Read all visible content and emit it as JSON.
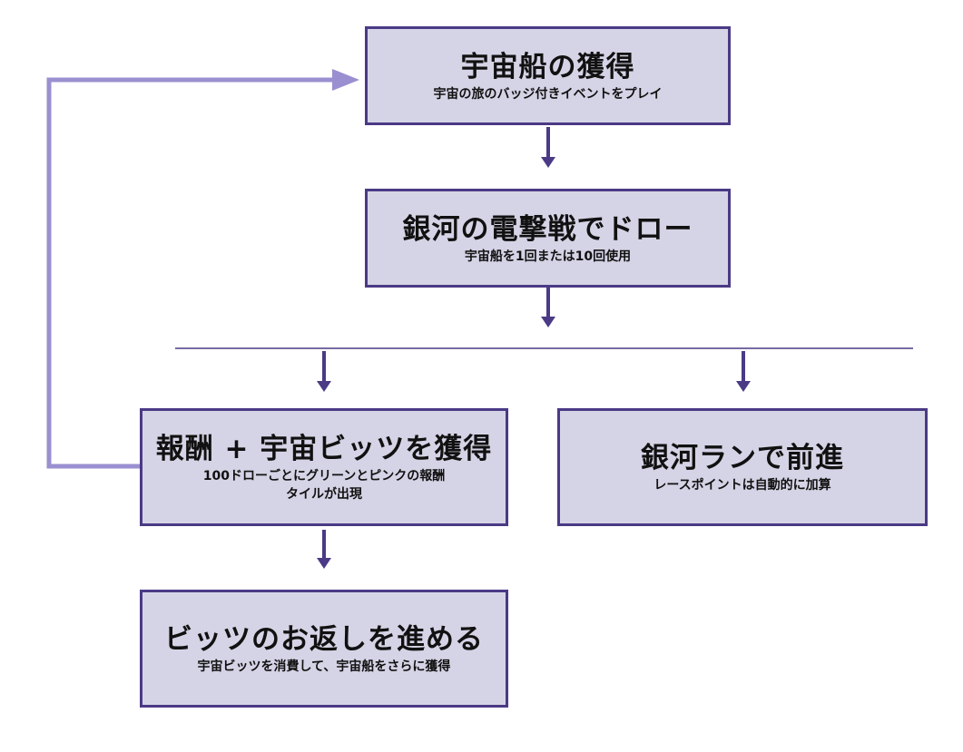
{
  "nodes": {
    "acquire_ship": {
      "title": "宇宙船の獲得",
      "subtitle": "宇宙の旅のバッジ付きイベントをプレイ"
    },
    "galaxy_draw": {
      "title": "銀河の電撃戦でドロー",
      "subtitle": "宇宙船を1回または10回使用"
    },
    "earn_rewards": {
      "title": "報酬 + 宇宙ビッツを獲得",
      "subtitle_line1": "100ドローごとにグリーンとピンクの報酬",
      "subtitle_line2": "タイルが出現"
    },
    "galaxy_run": {
      "title": "銀河ランで前進",
      "subtitle": "レースポイントは自動的に加算"
    },
    "bits_return": {
      "title": "ビッツのお返しを進める",
      "subtitle": "宇宙ビッツを消費して、宇宙船をさらに獲得"
    }
  },
  "colors": {
    "box_fill": "#d5d4e6",
    "box_border": "#4b3a85",
    "arrow": "#4b3a85",
    "loop_arrow": "#9a8fd0",
    "divider": "#4b3a85"
  }
}
